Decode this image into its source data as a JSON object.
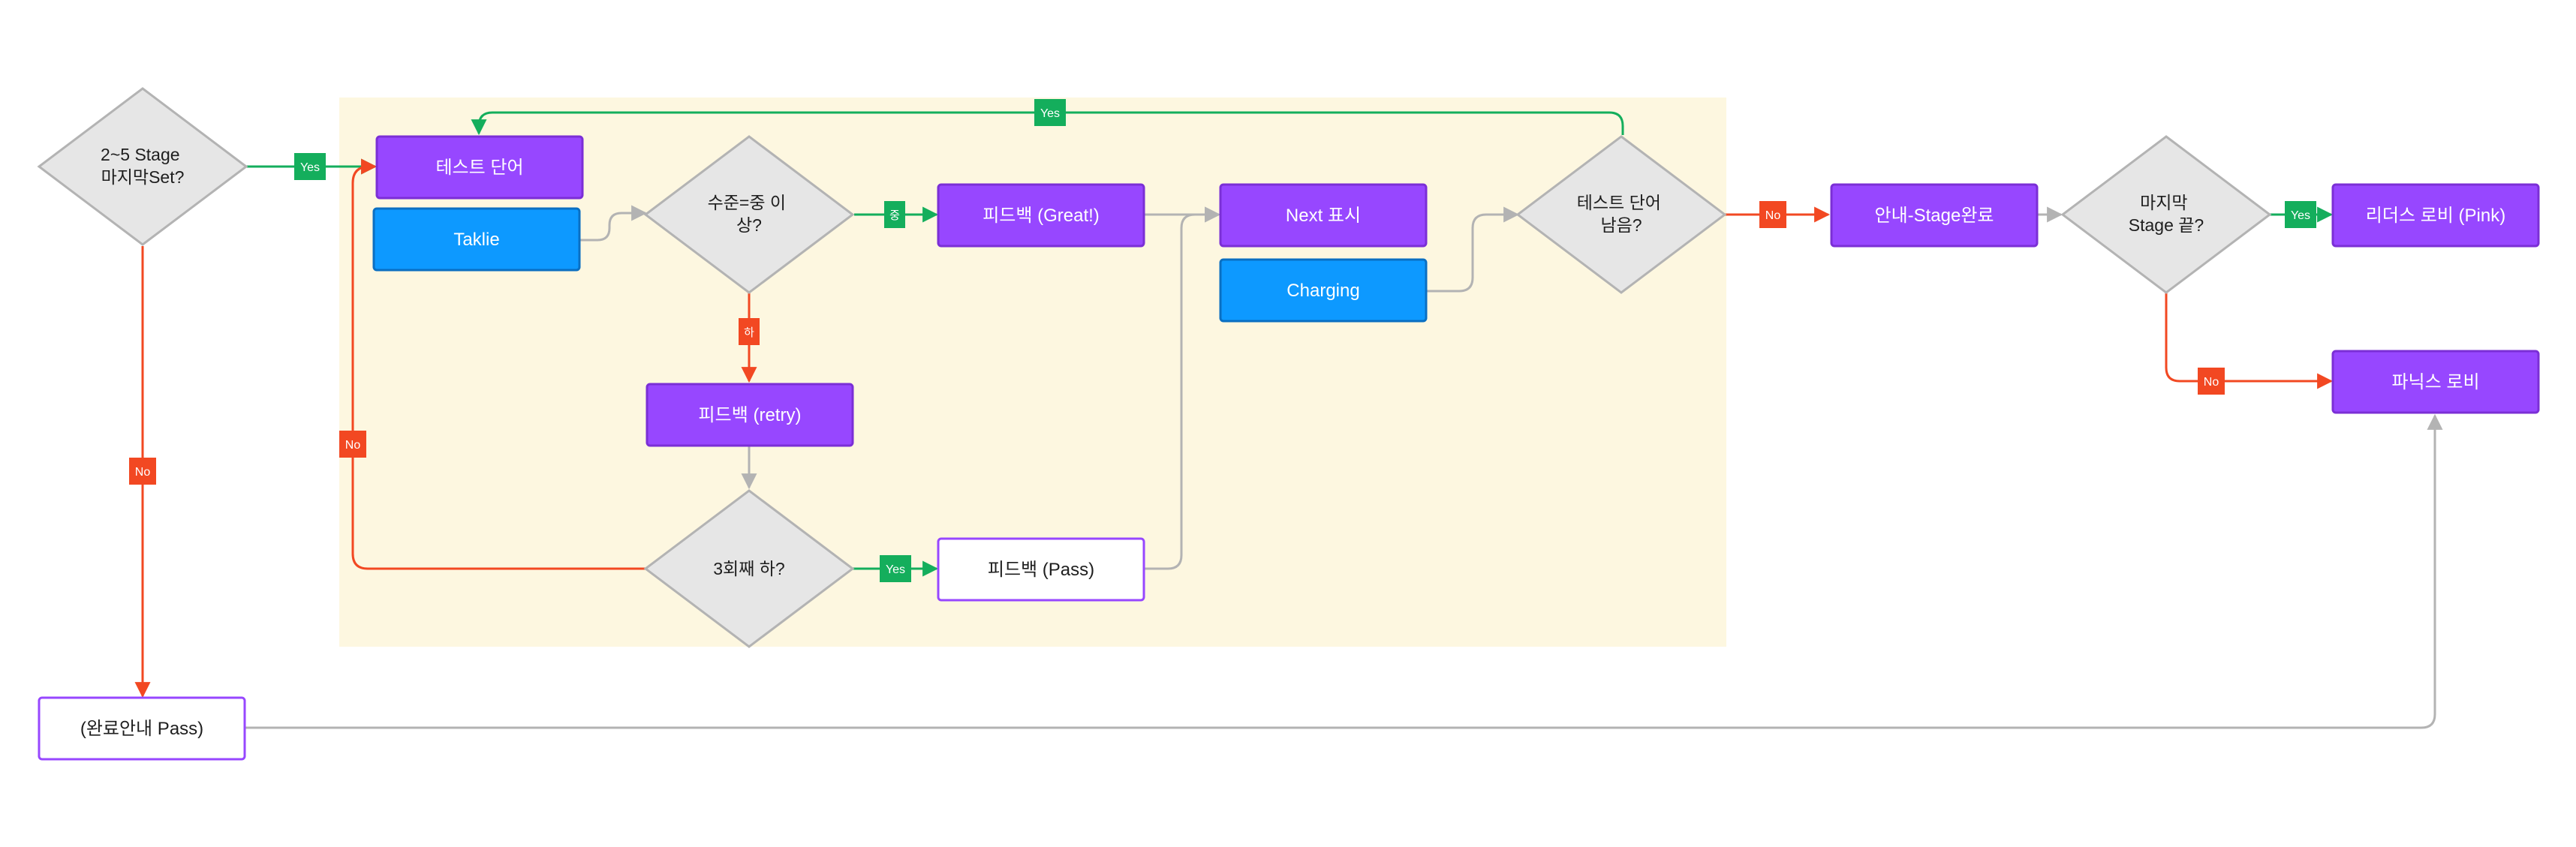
{
  "nodes": {
    "d_first_set": [
      "2~5 Stage",
      "마지막Set?"
    ],
    "d_level": [
      "수준=중 이",
      "상?"
    ],
    "d_words_left": [
      "테스트 단어",
      "남음?"
    ],
    "d_last_stage": [
      "마지막",
      "Stage 끝?"
    ],
    "d_third_low": [
      "3회째 하?"
    ],
    "test_word": "테스트 단어",
    "taklie": "Taklie",
    "fb_great": "피드백 (Great!)",
    "next_display": "Next 표시",
    "charging": "Charging",
    "fb_retry": "피드백 (retry)",
    "fb_pass": "피드백 (Pass)",
    "guide_stage_done": "안내-Stage완료",
    "leader_lobby": "리더스 로비 (Pink)",
    "phonics_lobby": "파닉스 로비",
    "done_guide_pass": "(완료안내 Pass)"
  },
  "edge_labels": {
    "yes": "Yes",
    "no": "No",
    "mid": "중",
    "low": "하"
  },
  "colors": {
    "group_bg": "#fdf7e0",
    "purple": "#9747ff",
    "purple_border": "#7b2fd6",
    "blue": "#0d99ff",
    "blue_border": "#0a6fc2",
    "diamond_fill": "#e6e6e6",
    "diamond_stroke": "#b3b3b3",
    "green": "#14ae5c",
    "red": "#f24822",
    "gray": "#b3b3b3"
  }
}
